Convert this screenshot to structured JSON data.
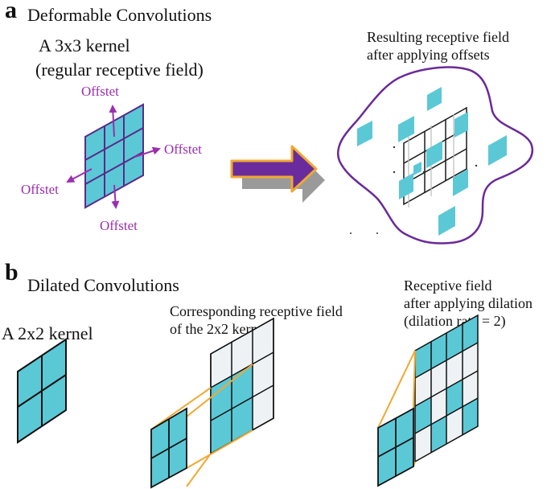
{
  "panel_a": {
    "letter": "a",
    "title": "Deformable Convolutions",
    "kernel_line1": "A 3x3 kernel",
    "kernel_line2": "(regular receptive field)",
    "offset_labels": [
      "Offstet",
      "Offstet",
      "Offstet",
      "Offstet"
    ],
    "result_line1": "Resulting receptive field",
    "result_line2": "after applying offsets"
  },
  "panel_b": {
    "letter": "b",
    "title": "Dilated  Convolutions",
    "kernel_label": "A 2x2 kernel",
    "corresponding_line1": "Corresponding receptive field",
    "corresponding_line2": "of the 2x2 kernel",
    "dilation_line1": "Receptive field",
    "dilation_line2": "after applying dilation",
    "dilation_line3": "(dilation rate = 2)"
  },
  "colors": {
    "cell": "#5bc8d6",
    "cell_light": "#eef2f4",
    "purple": "#7a2a99",
    "offset_purple": "#9b2fae",
    "orange": "#f0a830",
    "grid_dark": "#1a1a1a"
  }
}
